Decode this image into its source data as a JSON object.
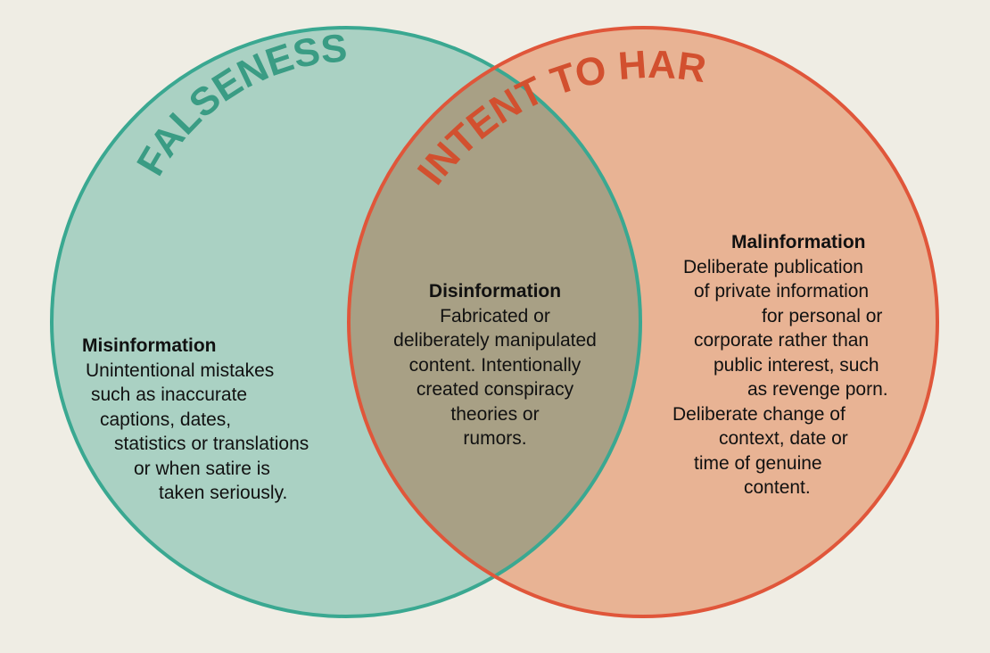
{
  "colors": {
    "background": "#efede4",
    "falseness_fill": "#9ecbbd",
    "falseness_stroke": "#3aa891",
    "falseness_text": "#3a9c84",
    "harm_fill": "#e6a886",
    "harm_stroke": "#e0563a",
    "harm_text": "#d2502f",
    "overlap_fill": "#a8a085",
    "harm_title_dark": "#8a3a24"
  },
  "circles": {
    "falseness": {
      "title": "FALSENESS"
    },
    "intent_to_harm": {
      "title": "INTENT TO HARM"
    }
  },
  "misinformation": {
    "title": "Misinformation",
    "lines": [
      "Unintentional mistakes",
      "such as inaccurate",
      "captions, dates,",
      "statistics or translations",
      "or when satire is",
      "taken seriously."
    ]
  },
  "disinformation": {
    "title": "Disinformation",
    "lines": [
      "Fabricated or",
      "deliberately manipulated",
      "content. Intentionally",
      "created conspiracy",
      "theories or",
      "rumors."
    ]
  },
  "malinformation": {
    "title": "Malinformation",
    "lines": [
      "Deliberate publication",
      "of private information",
      "for personal or",
      "corporate rather than",
      "public interest, such",
      "as revenge porn.",
      "Deliberate change of",
      "context, date or",
      "time of genuine",
      "content."
    ]
  }
}
